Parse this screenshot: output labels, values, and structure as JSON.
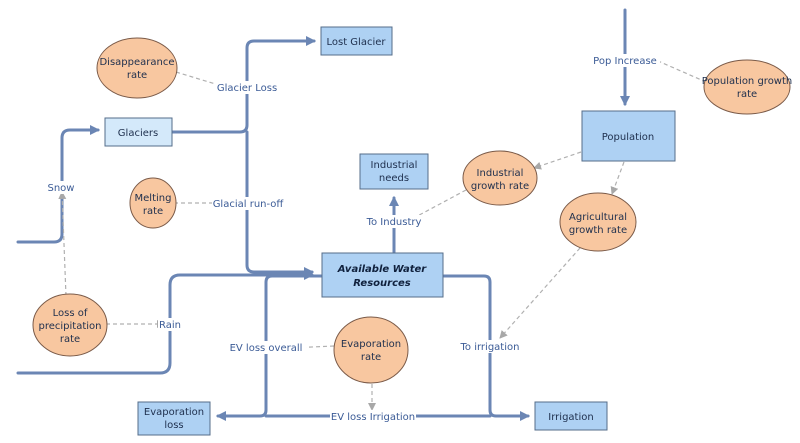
{
  "stocks": {
    "lost_glacier": "Lost Glacier",
    "glaciers": "Glaciers",
    "industrial_needs": [
      "Industrial",
      "needs"
    ],
    "population": "Population",
    "available_water": [
      "Available Water",
      "Resources"
    ],
    "evaporation_loss": [
      "Evaporation",
      "loss"
    ],
    "irrigation": "Irrigation"
  },
  "auxiliaries": {
    "disappearance_rate": [
      "Disappearance",
      "rate"
    ],
    "melting_rate": [
      "Melting",
      "rate"
    ],
    "loss_of_precipitation_rate": [
      "Loss of",
      "precipitation",
      "rate"
    ],
    "industrial_growth_rate": [
      "Industrial",
      "growth rate"
    ],
    "population_growth_rate": [
      "Population growth",
      "rate"
    ],
    "agricultural_growth_rate": [
      "Agricultural",
      "growth rate"
    ],
    "evaporation_rate": [
      "Evaporation",
      "rate"
    ]
  },
  "flows": {
    "snow": "Snow",
    "glacier_loss": "Glacier Loss",
    "glacial_run_off": "Glacial run-off",
    "pop_increase": "Pop Increase",
    "to_industry": "To Industry",
    "rain": "Rain",
    "ev_loss_overall": "EV loss overall",
    "to_irrigation": "To irrigation",
    "ev_loss_irrigation": "EV loss Irrigation"
  },
  "colors": {
    "stock_fill": "#aed1f3",
    "glacier_fill": "#d4e9fa",
    "auxiliary_fill": "#f8c7a0",
    "flow_pipe": "#6b86b4",
    "link": "#b0b0b0"
  }
}
